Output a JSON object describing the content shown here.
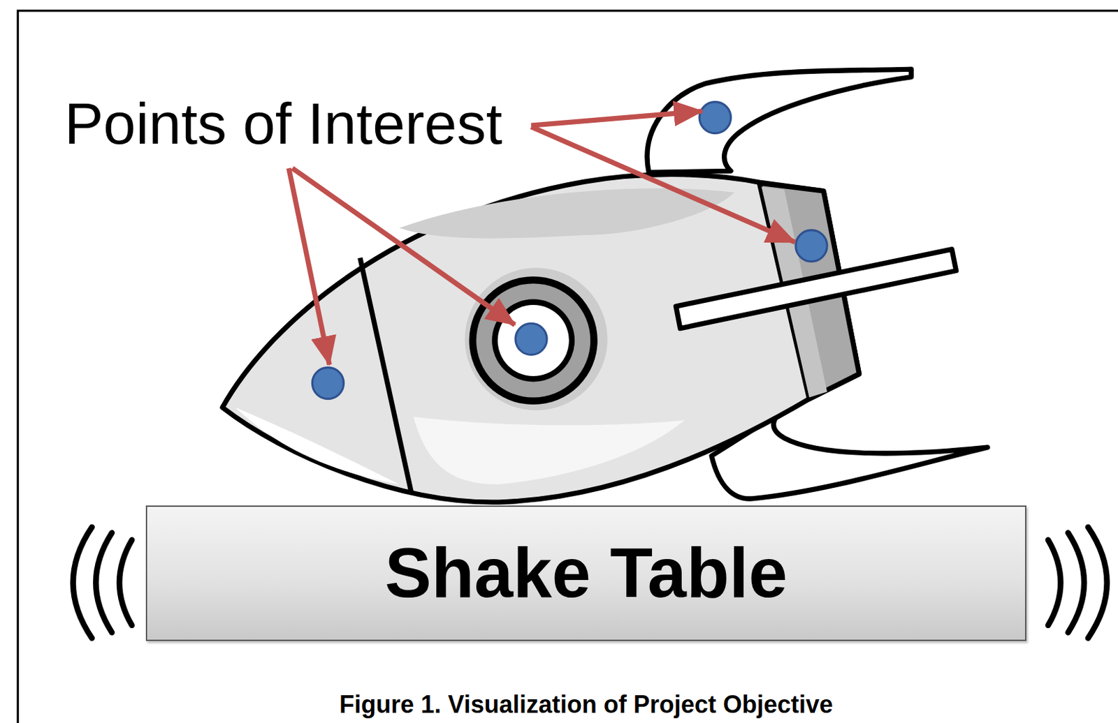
{
  "diagram": {
    "caption": "Figure 1. Visualization of Project Objective",
    "nodes": [
      {
        "text": [
          "Shake Table"
        ]
      }
    ],
    "labels": [
      "Points of Interest"
    ]
  }
}
